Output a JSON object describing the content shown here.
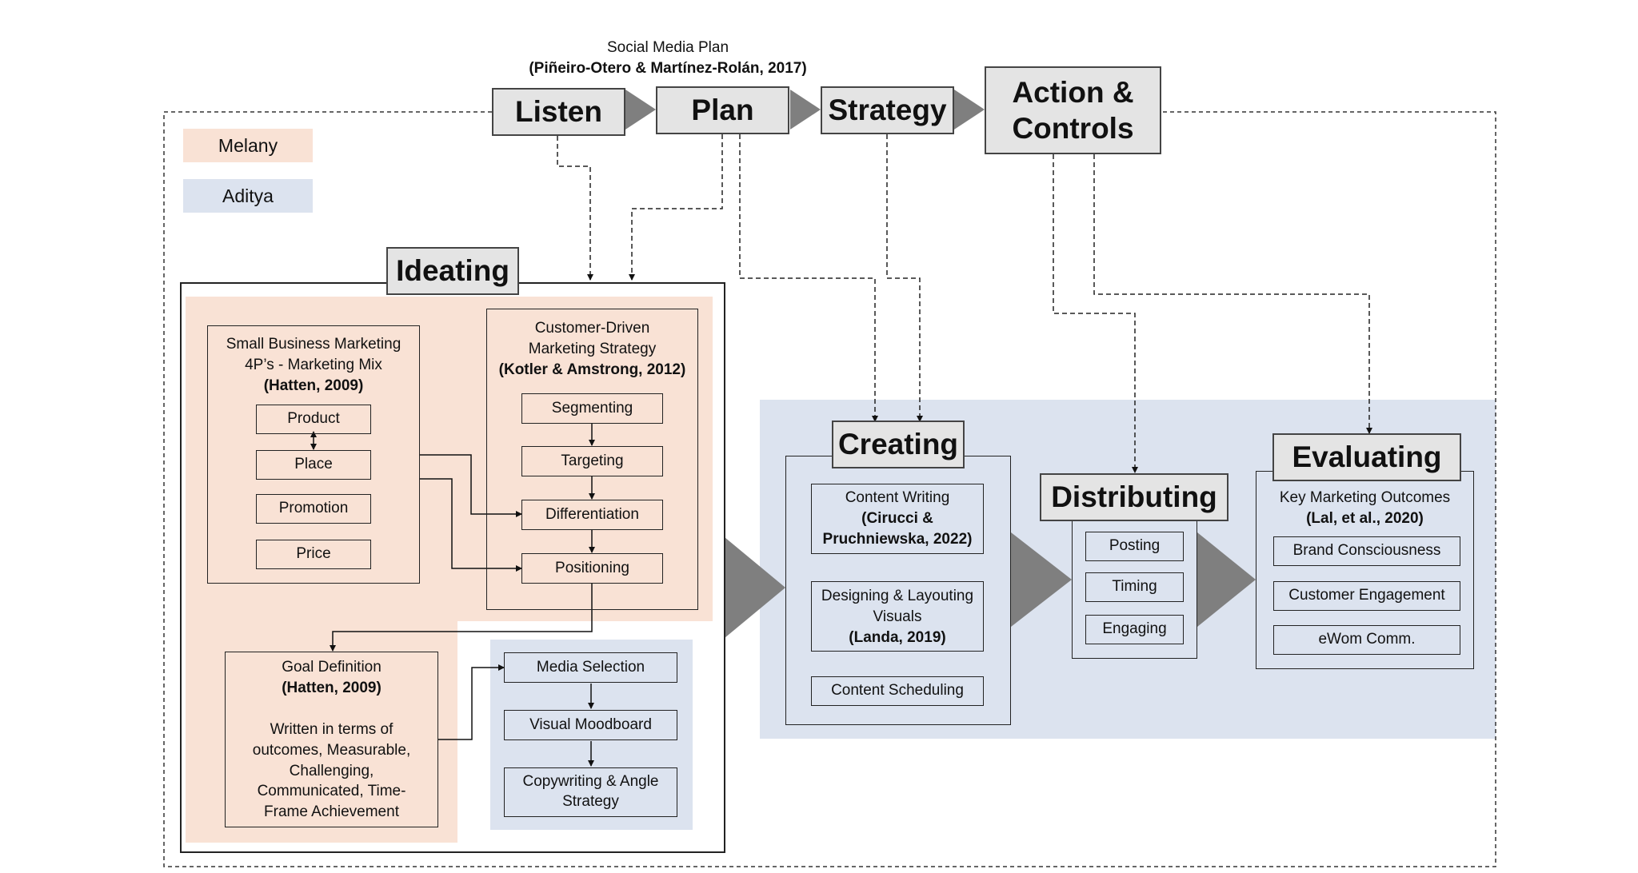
{
  "header": {
    "title": "Social Media Plan",
    "citation": "(Piñeiro-Otero & Martínez-Rolán, 2017)"
  },
  "stages": {
    "listen": "Listen",
    "plan": "Plan",
    "strategy": "Strategy",
    "action": "Action & Controls"
  },
  "legend": {
    "melany": "Melany",
    "aditya": "Aditya"
  },
  "colors": {
    "melany": "#f9e2d5",
    "aditya": "#dce3ef",
    "stage_fill": "#e4e4e4",
    "arrow": "#7f7f7f"
  },
  "ideating": {
    "title": "Ideating",
    "marketing_mix": {
      "heading_1": "Small Business Marketing",
      "heading_2": "4P’s - Marketing Mix",
      "citation": "(Hatten, 2009)",
      "items": [
        "Product",
        "Place",
        "Promotion",
        "Price"
      ]
    },
    "customer_strategy": {
      "heading_1": "Customer-Driven",
      "heading_2": "Marketing Strategy",
      "citation": "(Kotler & Amstrong, 2012)",
      "items": [
        "Segmenting",
        "Targeting",
        "Differentiation",
        "Positioning"
      ]
    },
    "goal": {
      "heading": "Goal Definition",
      "citation": "(Hatten, 2009)",
      "body": "Written in terms of outcomes, Measurable, Challenging, Communicated, Time-Frame Achievement"
    },
    "media": {
      "items": [
        "Media Selection",
        "Visual Moodboard",
        "Copywriting & Angle Strategy"
      ]
    }
  },
  "creating": {
    "title": "Creating",
    "content_writing": {
      "heading": "Content Writing",
      "citation": "(Cirucci & Pruchniewska, 2022)"
    },
    "designing": {
      "heading": "Designing & Layouting Visuals",
      "citation": "(Landa, 2019)"
    },
    "scheduling": "Content Scheduling"
  },
  "distributing": {
    "title": "Distributing",
    "items": [
      "Posting",
      "Timing",
      "Engaging"
    ]
  },
  "evaluating": {
    "title": "Evaluating",
    "heading": "Key Marketing Outcomes",
    "citation": "(Lal, et al., 2020)",
    "items": [
      "Brand Consciousness",
      "Customer Engagement",
      "eWom Comm."
    ]
  }
}
